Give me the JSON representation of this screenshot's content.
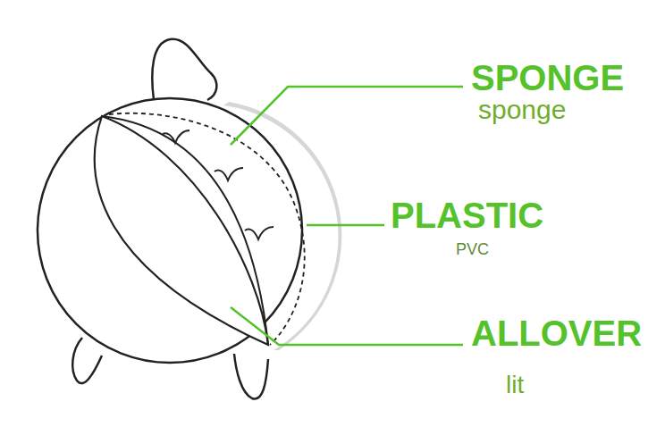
{
  "diagram": {
    "labels": [
      "SPONGE",
      "sponge",
      "PLASTIC",
      "PVC",
      "ALLOVER",
      "lit"
    ]
  }
}
